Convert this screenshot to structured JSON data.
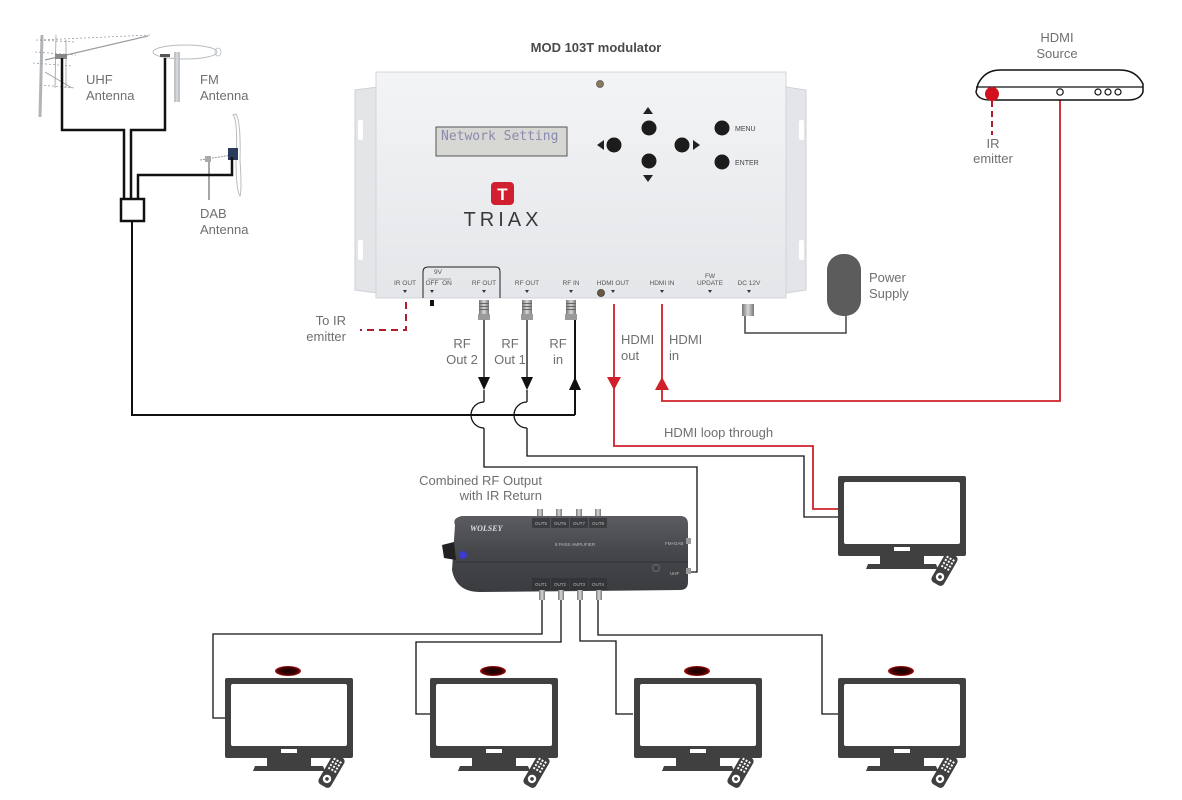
{
  "diagram": {
    "title": "MOD 103T modulator",
    "colors": {
      "cable_black": "#111111",
      "cable_hdmi": "#d0202a",
      "ir_dashed": "#b01e2e",
      "tv_body": "#404040",
      "ir_receiver": "#5a0000",
      "modulator_body": "#eeeff1",
      "amplifier_body": "#4a4c50",
      "power_supply": "#5c5c5c",
      "triax_red": "#d01f2e"
    },
    "antennas": {
      "uhf": {
        "line1": "UHF",
        "line2": "Antenna"
      },
      "fm": {
        "line1": "FM",
        "line2": "Antenna"
      },
      "dab": {
        "line1": "DAB",
        "line2": "Antenna"
      }
    },
    "modulator": {
      "lcd_text": "Network Setting",
      "brand": "TRIAX",
      "brand_icon": "T",
      "buttons": {
        "menu": "MENU",
        "enter": "ENTER"
      },
      "ports": [
        {
          "id": "ir_out",
          "label": "IR OUT"
        },
        {
          "id": "switch_9v",
          "label": "9V",
          "sub_off": "OFF",
          "sub_on": "ON"
        },
        {
          "id": "rf_out_2",
          "label": "RF OUT"
        },
        {
          "id": "rf_out_1",
          "label": "RF OUT"
        },
        {
          "id": "rf_in",
          "label": "RF IN"
        },
        {
          "id": "hdmi_out",
          "label": "HDMI OUT"
        },
        {
          "id": "hdmi_in",
          "label": "HDMI IN"
        },
        {
          "id": "fw_update",
          "label_line1": "FW",
          "label_line2": "UPDATE"
        },
        {
          "id": "dc_12v",
          "label": "DC 12V"
        }
      ]
    },
    "connection_labels": {
      "rf_out_2": {
        "line1": "RF",
        "line2": "Out 2"
      },
      "rf_out_1": {
        "line1": "RF",
        "line2": "Out 1"
      },
      "rf_in": {
        "line1": "RF",
        "line2": "in"
      },
      "hdmi_out": {
        "line1": "HDMI",
        "line2": "out"
      },
      "hdmi_in": {
        "line1": "HDMI",
        "line2": "in"
      },
      "to_ir_emitter": {
        "line1": "To IR",
        "line2": "emitter"
      },
      "hdmi_loop": "HDMI loop through"
    },
    "power_supply": {
      "line1": "Power",
      "line2": "Supply"
    },
    "hdmi_source": {
      "line1": "HDMI",
      "line2": "Source",
      "ir_line1": "IR",
      "ir_line2": "emitter"
    },
    "amplifier": {
      "caption_line1": "Combined RF Output",
      "caption_line2": "with IR Return",
      "brand": "WOLSEY",
      "model": "8 PASS AMPLIFIER",
      "top_ports": [
        "OUT5",
        "OUT6",
        "OUT7",
        "OUT8"
      ],
      "bottom_ports": [
        "OUT1",
        "OUT2",
        "OUT3",
        "OUT4"
      ],
      "side_top": "FM+DAB",
      "side_bottom": "UHF"
    },
    "tvs": [
      {
        "id": "tv-loop",
        "has_ir_receiver": false
      },
      {
        "id": "tv-1",
        "has_ir_receiver": true
      },
      {
        "id": "tv-2",
        "has_ir_receiver": true
      },
      {
        "id": "tv-3",
        "has_ir_receiver": true
      },
      {
        "id": "tv-4",
        "has_ir_receiver": true
      }
    ]
  }
}
